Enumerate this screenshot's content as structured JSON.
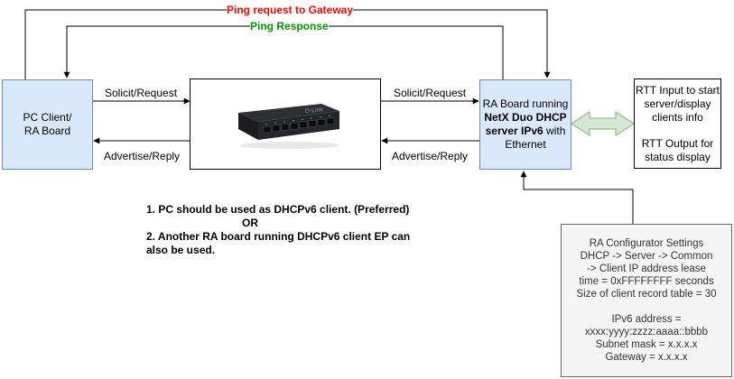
{
  "nodes": {
    "pc_client": [
      "PC Client/",
      "RA Board"
    ],
    "ra_board": {
      "line1": "RA Board running",
      "line2_bold": "NetX Duo DHCP",
      "line3_bold": "server IPv6",
      "line3_tail": " with",
      "line4": "Ethernet"
    },
    "switch_image": "D-Link",
    "rtt": {
      "input": [
        "RTT Input to start",
        "server/display",
        "clients info"
      ],
      "output": [
        "RTT Output for",
        "status display"
      ]
    },
    "settings": [
      "RA Configurator Settings",
      "DHCP -> Server -> Common",
      "-> Client IP address lease",
      "time = 0xFFFFFFFF seconds",
      "Size of client record table = 30",
      "",
      "IPv6 address =",
      "xxxx:yyyy:zzzz:aaaa::bbbb",
      "Subnet mask = x.x.x.x",
      "Gateway = x.x.x.x"
    ]
  },
  "edges": {
    "ping_request": "Ping request to Gateway",
    "ping_response": "Ping Response",
    "solicit_left": "Solicit/Request",
    "solicit_right": "Solicit/Request",
    "advertise_left": "Advertise/Reply",
    "advertise_right": "Advertise/Reply"
  },
  "notes": [
    "1. PC should be used as DHCPv6 client. (Preferred)",
    "OR",
    "2. Another RA board running DHCPv6 client EP can",
    "also be used."
  ],
  "colors": {
    "ping_request": "#ff0000",
    "ping_response": "#009900",
    "node_blue_fill": "#dae8fc",
    "node_blue_stroke": "#6c8ebf",
    "double_arrow_fill": "#d5e8d4",
    "double_arrow_stroke": "#82b366",
    "settings_fill": "#f5f5f5"
  }
}
